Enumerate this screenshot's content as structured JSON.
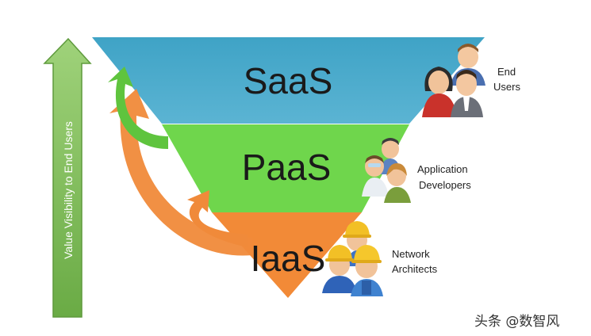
{
  "layers": [
    {
      "name": "SaaS",
      "color": "#4aa9c9",
      "audience": [
        "End",
        "Users"
      ]
    },
    {
      "name": "PaaS",
      "color": "#6fd64c",
      "audience": [
        "Application",
        "Developers"
      ]
    },
    {
      "name": "IaaS",
      "color": "#f08a3a",
      "audience": [
        "Network",
        "Architects"
      ]
    }
  ],
  "side_axis": {
    "label": "Value Visibility to End Users",
    "color": "#7cbc54"
  },
  "watermark": "头条 @数智风",
  "icons": [
    "users-group-icon",
    "developers-group-icon",
    "architects-hardhat-icon"
  ]
}
